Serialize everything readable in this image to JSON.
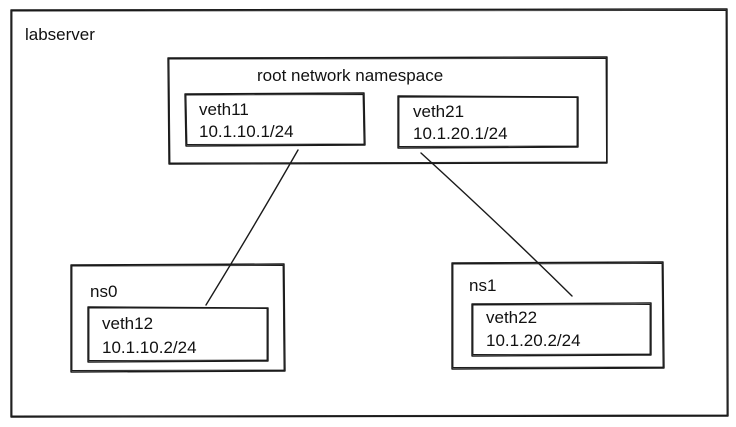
{
  "diagram": {
    "host": {
      "label": "labserver"
    },
    "root_ns": {
      "label": "root network namespace"
    },
    "veth11": {
      "name": "veth11",
      "ip": "10.1.10.1/24"
    },
    "veth21": {
      "name": "veth21",
      "ip": "10.1.20.1/24"
    },
    "ns0": {
      "label": "ns0"
    },
    "ns1": {
      "label": "ns1"
    },
    "veth12": {
      "name": "veth12",
      "ip": "10.1.10.2/24"
    },
    "veth22": {
      "name": "veth22",
      "ip": "10.1.20.2/24"
    }
  },
  "colors": {
    "stroke": "#1a1a1a",
    "text": "#111111",
    "background": "#ffffff"
  }
}
